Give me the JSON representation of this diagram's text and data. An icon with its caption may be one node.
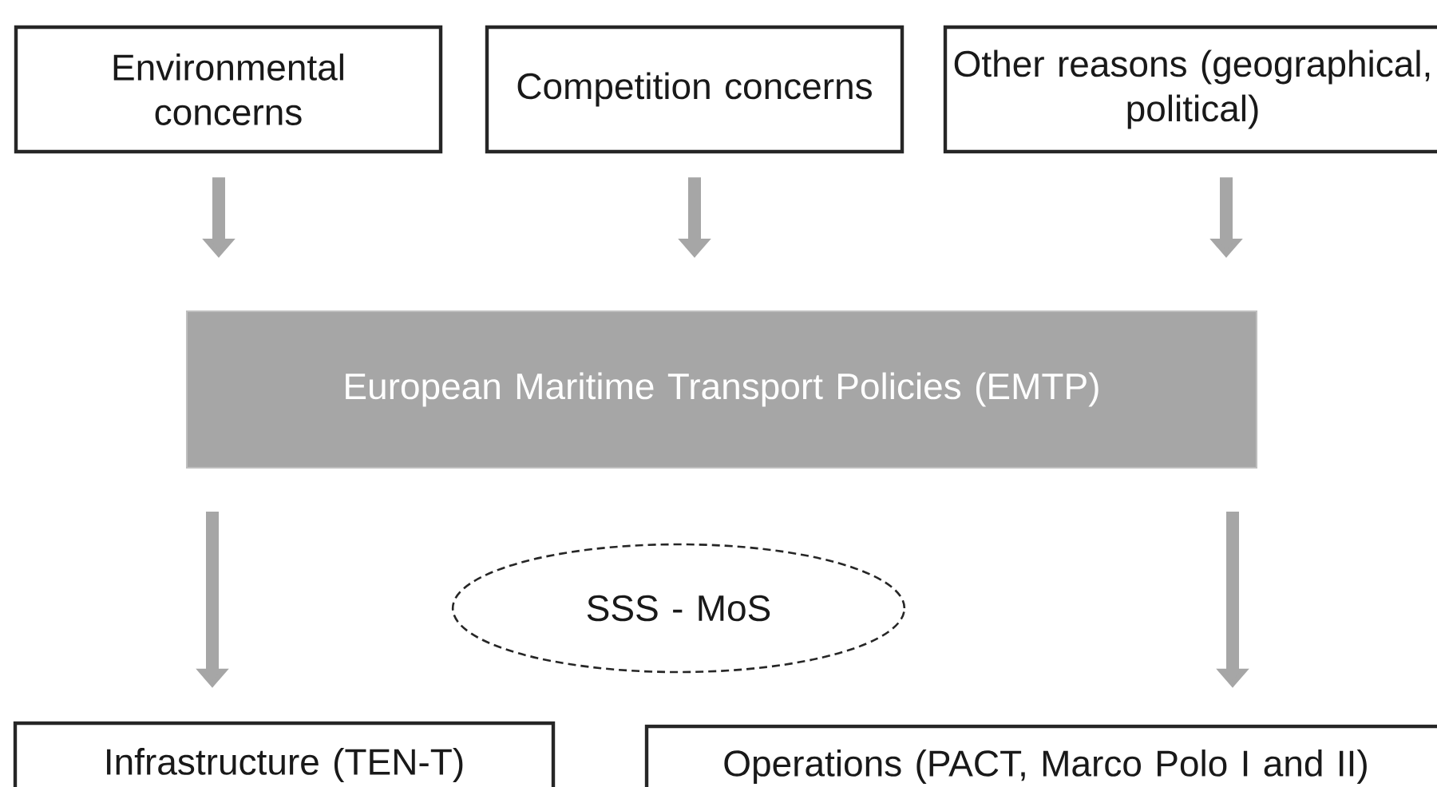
{
  "diagram": {
    "nodes": [
      {
        "text": [
          "Environmental concerns"
        ]
      },
      {
        "text": [
          "Competition concerns"
        ]
      },
      {
        "text": [
          "Other reasons (geographical, political)"
        ]
      },
      {
        "text": [
          "European Maritime Transport Policies (EMTP)"
        ]
      },
      {
        "text": [
          "SSS - MoS"
        ]
      },
      {
        "text": [
          "Infrastructure (TEN-T)"
        ]
      },
      {
        "text": [
          "Operations (PACT, Marco Polo I and II)"
        ]
      }
    ],
    "edges": [
      {
        "from": 0,
        "to": 3,
        "arrow": "to"
      },
      {
        "from": 1,
        "to": 3,
        "arrow": "to"
      },
      {
        "from": 2,
        "to": 3,
        "arrow": "to"
      },
      {
        "from": 3,
        "to": 5,
        "arrow": "to"
      },
      {
        "from": 3,
        "to": 6,
        "arrow": "to"
      }
    ]
  }
}
